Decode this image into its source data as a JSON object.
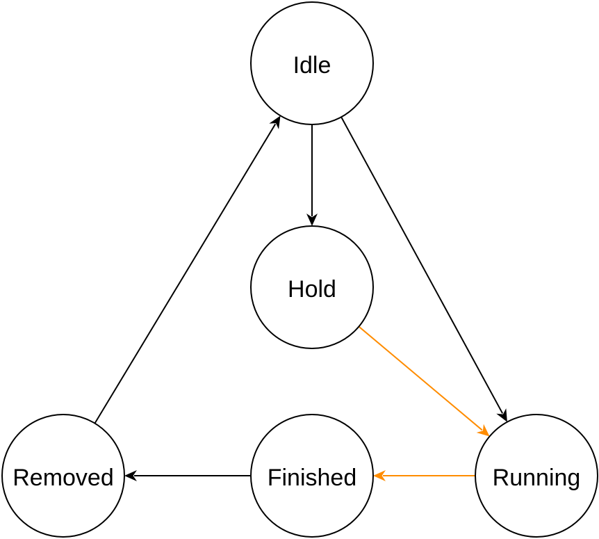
{
  "diagram": {
    "nodes": {
      "idle": {
        "label": "Idle"
      },
      "hold": {
        "label": "Hold"
      },
      "running": {
        "label": "Running"
      },
      "finished": {
        "label": "Finished"
      },
      "removed": {
        "label": "Removed"
      }
    },
    "edges": [
      {
        "from": "idle",
        "to": "hold",
        "color": "#000000"
      },
      {
        "from": "idle",
        "to": "running",
        "color": "#000000"
      },
      {
        "from": "hold",
        "to": "running",
        "color": "#ff8c00"
      },
      {
        "from": "running",
        "to": "finished",
        "color": "#ff8c00"
      },
      {
        "from": "finished",
        "to": "removed",
        "color": "#000000"
      },
      {
        "from": "removed",
        "to": "idle",
        "color": "#000000"
      }
    ]
  }
}
